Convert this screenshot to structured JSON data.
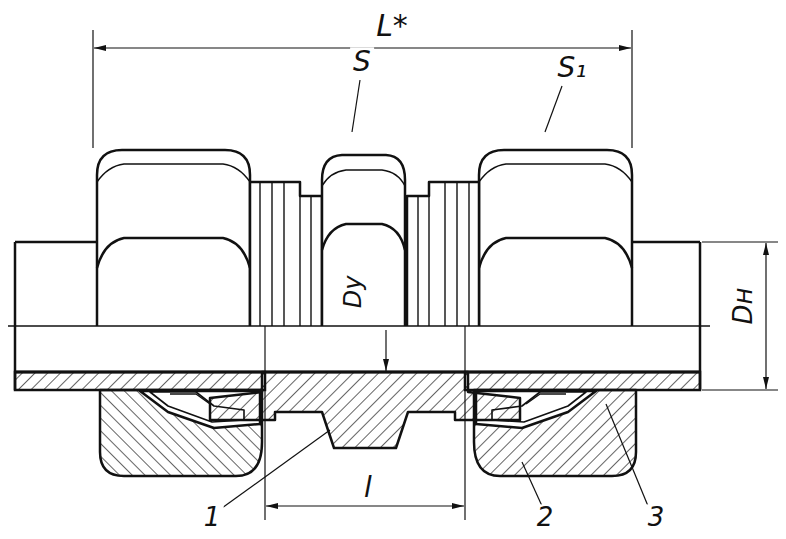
{
  "diagram": {
    "labels": [
      "L*",
      "S",
      "S₁",
      "Dу",
      "Dн",
      "1",
      "l",
      "2",
      "3"
    ]
  }
}
